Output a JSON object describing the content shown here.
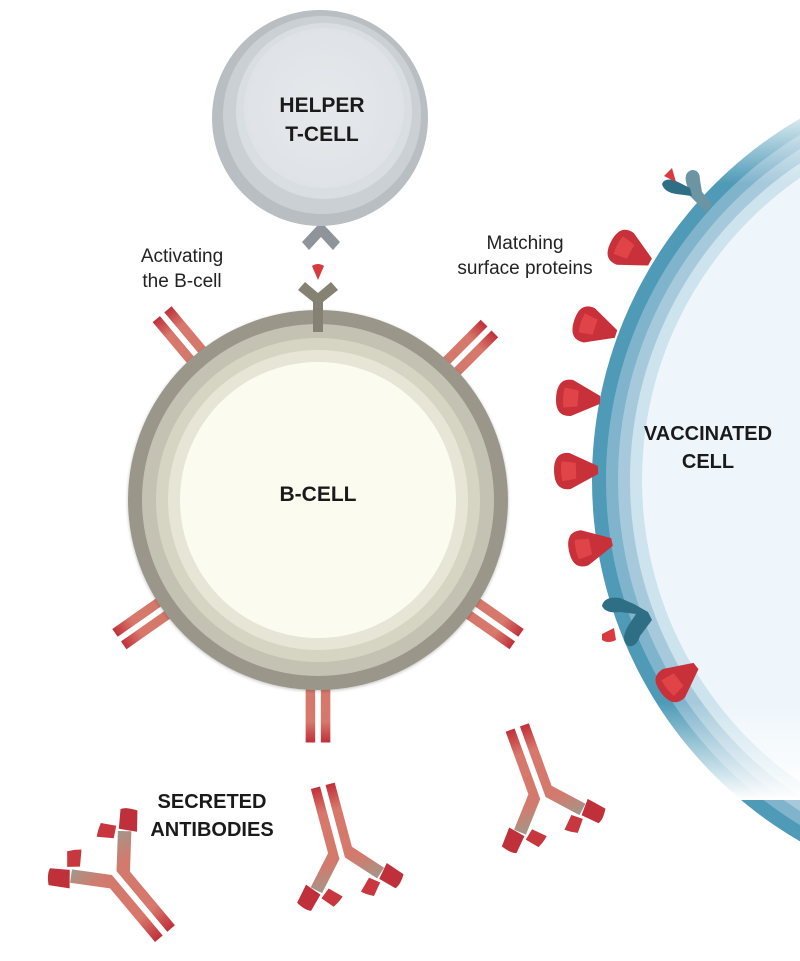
{
  "title": "B-cell activation and antibody secretion",
  "labels": {
    "helper_t_cell": [
      "HELPER",
      "T-CELL"
    ],
    "activating": [
      "Activating",
      "the B-cell"
    ],
    "matching": [
      "Matching",
      "surface proteins"
    ],
    "b_cell": "B-CELL",
    "vaccinated_cell": [
      "VACCINATED",
      "CELL"
    ],
    "secreted": [
      "SECRETED",
      "ANTIBODIES"
    ]
  },
  "colors": {
    "t_cell_outer": "#b9bec2",
    "t_cell_mid": "#cbd0d4",
    "t_cell_inner": "#dde2e6",
    "t_cell_core": "#e4e8eb",
    "t_receptor": "#8e9499",
    "b_ring_1": "#9a978a",
    "b_ring_2": "#c4c2b2",
    "b_ring_3": "#d6d5c4",
    "b_ring_4": "#e6e5d6",
    "b_core": "#fcfbef",
    "b_receptor": "#858274",
    "antigen_red": "#d93a3f",
    "antibody_red": "#c0303a",
    "antibody_pink": "#d8776b",
    "antibody_grey": "#a0988a",
    "vacc_ring_1": "#4e9ab7",
    "vacc_ring_2": "#7fb3cb",
    "vacc_ring_3": "#a9cddc",
    "vacc_ring_4": "#cfe4ee",
    "vacc_core": "#f0f7fb",
    "vacc_receptor": "#2f6f86"
  }
}
